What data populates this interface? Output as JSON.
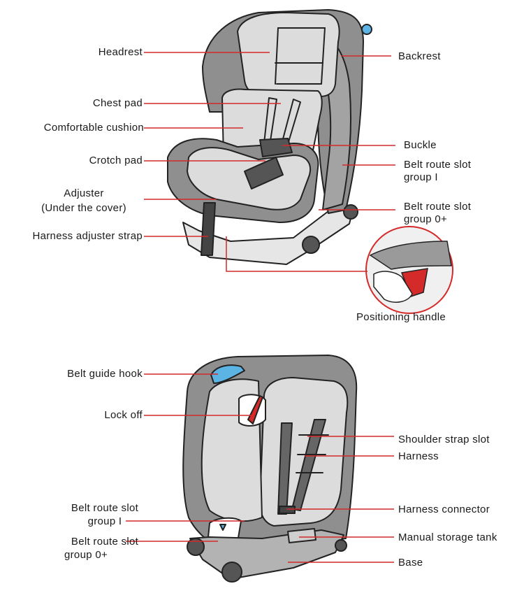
{
  "top_diagram": {
    "left_labels": {
      "headrest": "Headrest",
      "chest_pad": "Chest pad",
      "comfortable_cushion": "Comfortable  cushion",
      "crotch_pad": "Crotch  pad",
      "adjuster_line1": "Adjuster",
      "adjuster_line2": "(Under the cover)",
      "harness_adjuster_strap": "Harness adjuster strap"
    },
    "right_labels": {
      "backrest": "Backrest",
      "buckle": "Buckle",
      "belt_route_slot_group1_line1": "Belt route slot",
      "belt_route_slot_group1_line2": "group I",
      "belt_route_slot_group0_line1": "Belt route slot",
      "belt_route_slot_group0_line2": "group 0+",
      "positioning_handle": "Positioning  handle"
    }
  },
  "bottom_diagram": {
    "left_labels": {
      "belt_guide_hook": "Belt guide hook",
      "lock_off": "Lock off",
      "belt_route_slot_group1_line1": "Belt route slot",
      "belt_route_slot_group1_line2": "group I",
      "belt_route_slot_group0_line1": "Belt route slot",
      "belt_route_slot_group0_line2": "group 0+"
    },
    "right_labels": {
      "shoulder_strap_slot": "Shoulder strap slot",
      "harness": "Harness",
      "harness_connector": "Harness  connector",
      "manual_storage_tank": "Manual storage tank",
      "base": "Base"
    }
  },
  "colors": {
    "leader_line": "#d42a2a",
    "shell_grey": "#8f8f8f",
    "pad_light": "#dcdcdc",
    "outline": "#222222",
    "accent_blue": "#5cb4e4",
    "accent_red": "#d42a2a"
  }
}
